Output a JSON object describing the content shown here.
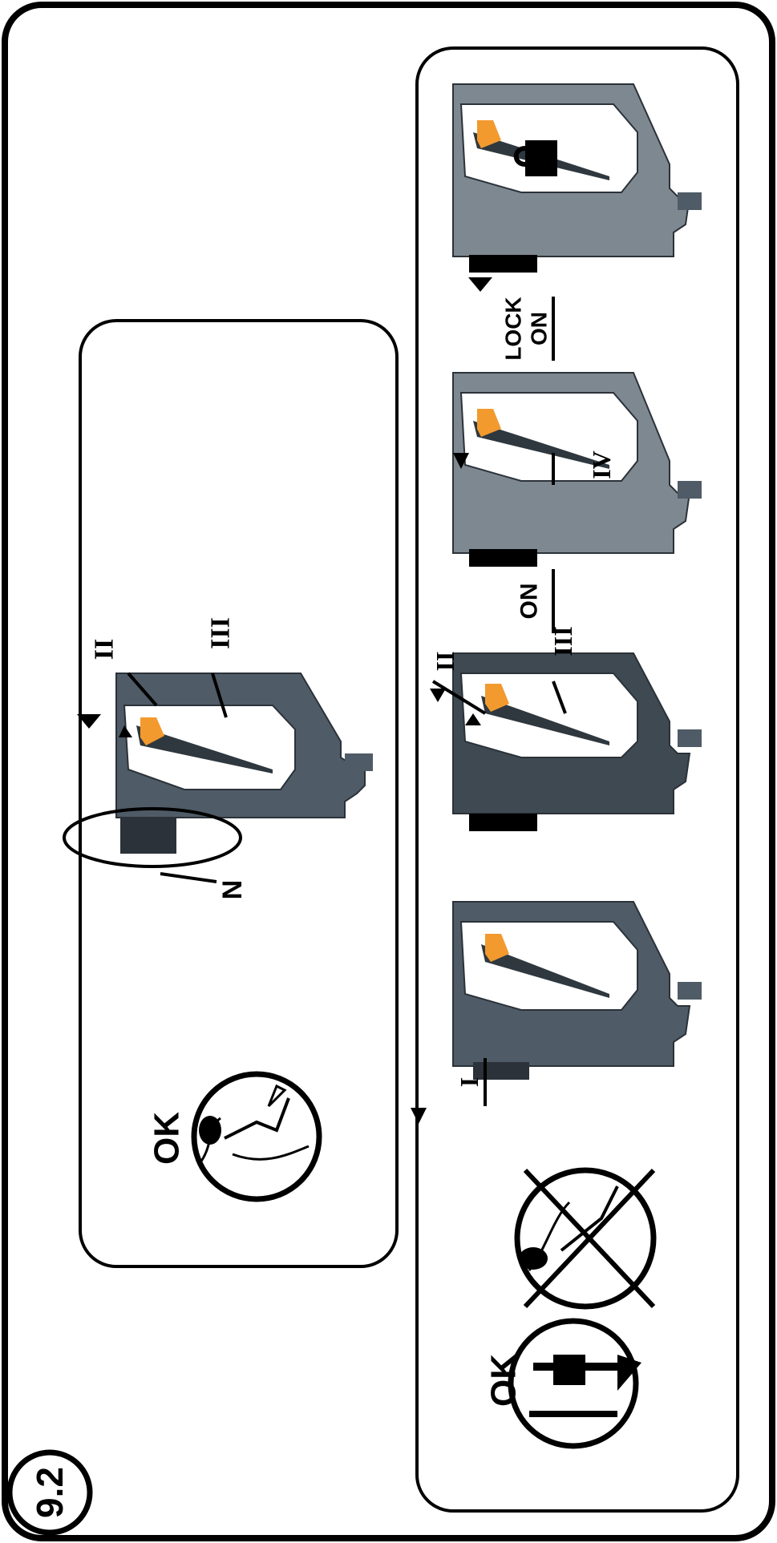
{
  "figure": {
    "section_number": "9.2",
    "colors": {
      "outline": "#000000",
      "tool_body": "#5f6b76",
      "tool_body_dark": "#3f4952",
      "tool_body_light": "#8a939b",
      "trigger": "#f29a2e",
      "paper": "#ffffff"
    }
  },
  "upper_panel": {
    "ok_label": "OK",
    "labels": {
      "n": "N",
      "ii": "II",
      "iii": "III"
    }
  },
  "lower_panel": {
    "ok_label": "OK",
    "steps": [
      {
        "marker": "I"
      },
      {
        "marker_ii": "II",
        "marker_iii": "III"
      },
      {
        "state": "ON",
        "marker": "IV"
      },
      {
        "state_line1": "LOCK",
        "state_line2": "ON",
        "icon": "padlock-icon"
      }
    ]
  }
}
